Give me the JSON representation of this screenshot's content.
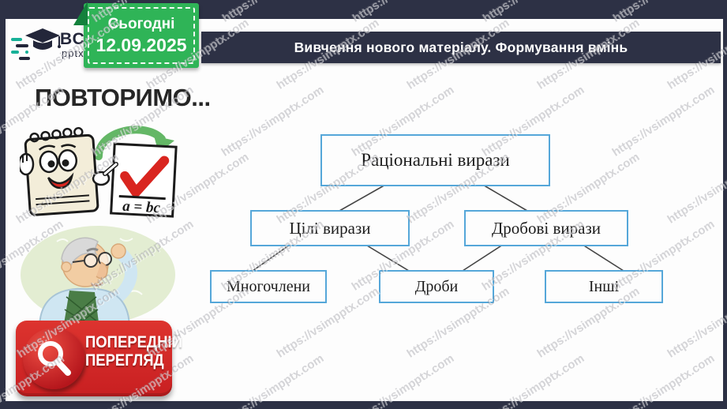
{
  "slide": {
    "logo": {
      "brand": "BCIM",
      "sub": "pptx",
      "icon": "graduation-cap-icon"
    },
    "date_badge": {
      "label": "Сьогодні",
      "date": "12.09.2025"
    },
    "lesson_bar": {
      "text": "Вивчення нового матеріалу. Формування вмінь"
    },
    "heading": "ПОВТОРИМО...",
    "repeat_card": {
      "formula": "a = bc",
      "icon": "checkmark-icon"
    },
    "preview_badge": {
      "line1": "ПОПЕРЕДНІЙ",
      "line2": "ПЕРЕГЛЯД",
      "icon": "magnifying-glass-icon"
    },
    "watermark": "https://vsimpptx.com"
  },
  "diagram": {
    "type": "tree",
    "root": {
      "label": "Раціональні вирази"
    },
    "children": [
      {
        "label": "Цілі вирази"
      },
      {
        "label": "Дробові вирази"
      }
    ],
    "leaves": [
      {
        "label": "Многочлени"
      },
      {
        "label": "Дроби"
      },
      {
        "label": "Інші"
      }
    ],
    "edges": [
      [
        "Раціональні вирази",
        "Цілі вирази"
      ],
      [
        "Раціональні вирази",
        "Дробові вирази"
      ],
      [
        "Цілі вирази",
        "Многочлени"
      ],
      [
        "Цілі вирази",
        "Дроби"
      ],
      [
        "Дробові вирази",
        "Дроби"
      ],
      [
        "Дробові вирази",
        "Інші"
      ]
    ],
    "colors": {
      "box_border": "#55a7d9",
      "connector": "#444444"
    }
  },
  "colors": {
    "frame_navy": "#2d3145",
    "badge_green": "#2fb457",
    "badge_red": "#d62a28",
    "arrow_green": "#64b766",
    "check_red": "#d9251f"
  }
}
